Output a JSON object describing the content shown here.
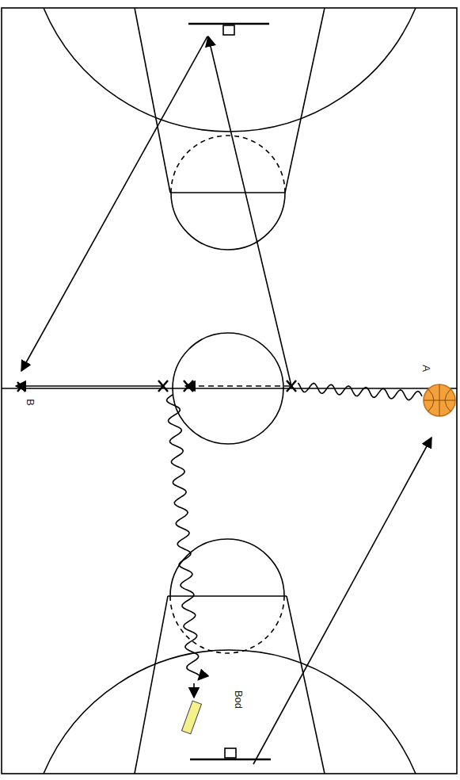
{
  "diagram": {
    "labels": [
      "A",
      "B",
      "Bod"
    ]
  }
}
